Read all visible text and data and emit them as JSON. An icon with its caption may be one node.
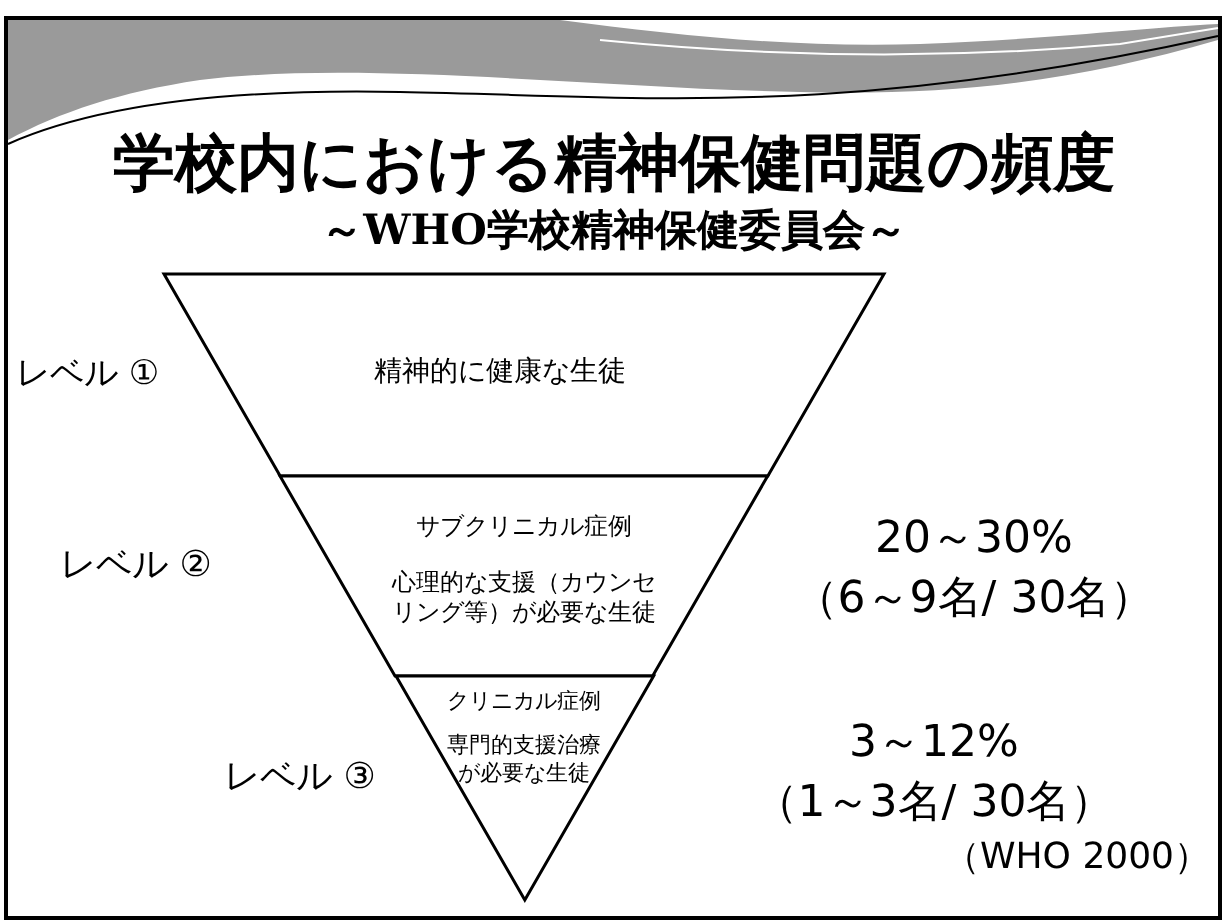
{
  "diagram": {
    "title": "学校内における精神保健問題の頻度",
    "nodes": [
      {
        "text": [
          "精神的に健康な生徒"
        ],
        "beside": [
          "レベル ①"
        ]
      },
      {
        "text": [
          "サブクリニカル症例",
          "心理的な支援（カウンセリング等）が必要な生徒"
        ],
        "beside": [
          "レベル ②",
          "20～30%",
          "（6～9名/ 30名）"
        ]
      },
      {
        "text": [
          "クリニカル症例",
          "専門的支援治療が必要な生徒"
        ],
        "beside": [
          "レベル ③",
          "3～12%",
          "（1～3名/ 30名）"
        ]
      }
    ],
    "labels": [
      "～WHO学校精神保健委員会～",
      "（WHO 2000）"
    ]
  }
}
